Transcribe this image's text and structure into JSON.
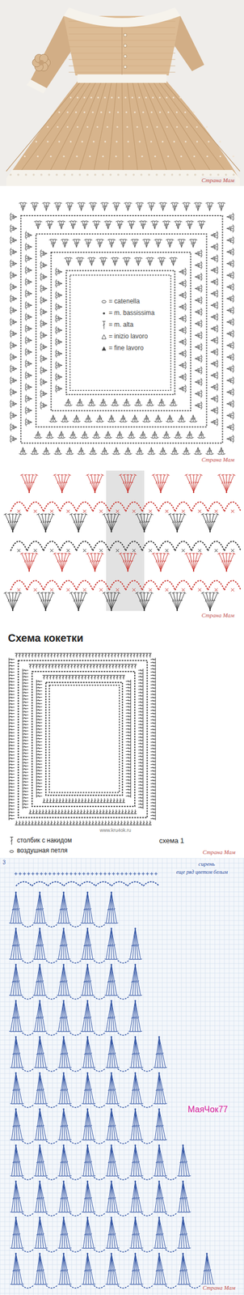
{
  "diagram": {
    "labels": [
      "Страна Мам",
      "Страна Мам",
      "Страна Мам",
      "Схема кокетки",
      "www.kru4ok.ru",
      "схема 1",
      "Страна Мам",
      "3",
      "сирень",
      "еще ряд цветом белым",
      "МаяЧок77",
      "Страна Мам"
    ],
    "legend": [
      {
        "text": "= catenella"
      },
      {
        "text": "= m. bassissima"
      },
      {
        "text": "= m. alta"
      },
      {
        "text": "= inizio lavoro"
      },
      {
        "text": "= fine lavoro"
      },
      {
        "text": "столбик с накидом"
      },
      {
        "text": "воздушная петля"
      }
    ]
  }
}
